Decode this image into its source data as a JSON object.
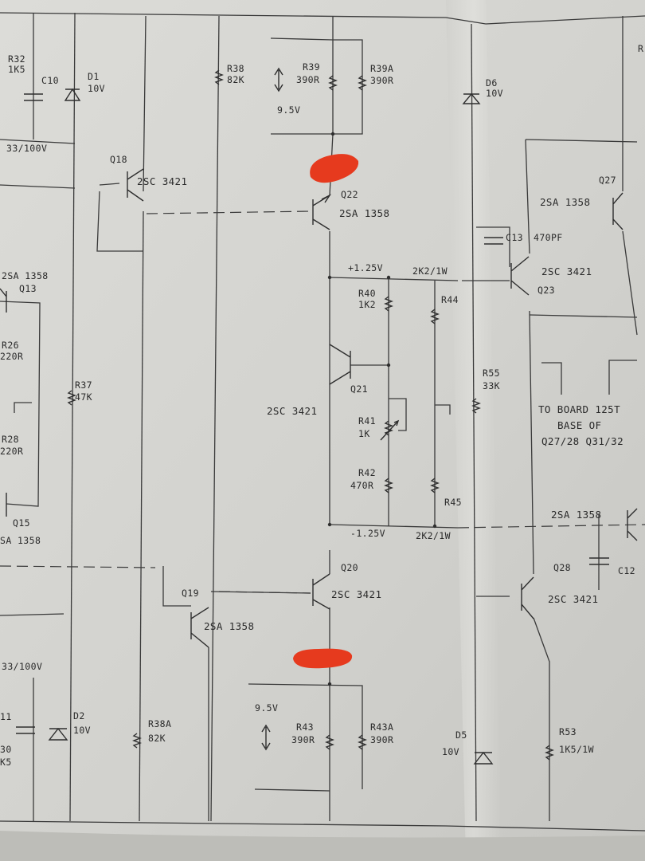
{
  "labels": {
    "r32": "R32",
    "r32v": "1K5",
    "c10": "C10",
    "c10v": "33/100V",
    "d1": "D1",
    "d1v": "10V",
    "q18": "Q18",
    "q18t": "2SC 3421",
    "r38": "R38",
    "r38v": "82K",
    "r39": "R39",
    "r39v": "390R",
    "r39a": "R39A",
    "r39av": "390R",
    "v95top": "9.5V",
    "d6": "D6",
    "d6v": "10V",
    "q22": "Q22",
    "q22t": "2SA 1358",
    "q27": "Q27",
    "q27t": "2SA 1358",
    "c13": "C13",
    "c13v": "470PF",
    "q23": "Q23",
    "q23t": "2SC 3421",
    "vplus": "+1.25V",
    "r44v": "2K2/1W",
    "r40": "R40",
    "r40v": "1K2",
    "r44": "R44",
    "q13": "Q13",
    "q13t": "2SA 1358",
    "r26": "R26",
    "r26v": "220R",
    "r37": "R37",
    "r37v": "47K",
    "q21": "Q21",
    "q21t": "2SC 3421",
    "r41": "R41",
    "r41v": "1K",
    "r42": "R42",
    "r42v": "470R",
    "r45": "R45",
    "r55": "R55",
    "r55v": "33K",
    "note1": "TO BOARD 125T",
    "note2": "BASE OF",
    "note3": "Q27/28 Q31/32",
    "r28": "R28",
    "r28v": "220R",
    "q15": "Q15",
    "q15t": "SA 1358",
    "vminus": "-1.25V",
    "r45v": "2K2/1W",
    "q2xt": "2SA 1358",
    "c12": "C12",
    "q20": "Q20",
    "q20t": "2SC 3421",
    "q19": "Q19",
    "q19t": "2SA 1358",
    "q28": "Q28",
    "q28t": "2SC 3421",
    "c11v": "33/100V",
    "c11": "11",
    "r30": "30",
    "r30v": "K5",
    "d2": "D2",
    "d2v": "10V",
    "r38a": "R38A",
    "r38av": "82K",
    "v95bot": "9.5V",
    "r43": "R43",
    "r43v": "390R",
    "r43a": "R43A",
    "r43av": "390R",
    "d5": "D5",
    "d5v": "10V",
    "r53": "R53",
    "r53v": "1K5/1W",
    "r_right": "R"
  },
  "colors": {
    "paper": "#d6d6d2",
    "ink": "#2e2e2e",
    "marker": "#e63a1e"
  }
}
